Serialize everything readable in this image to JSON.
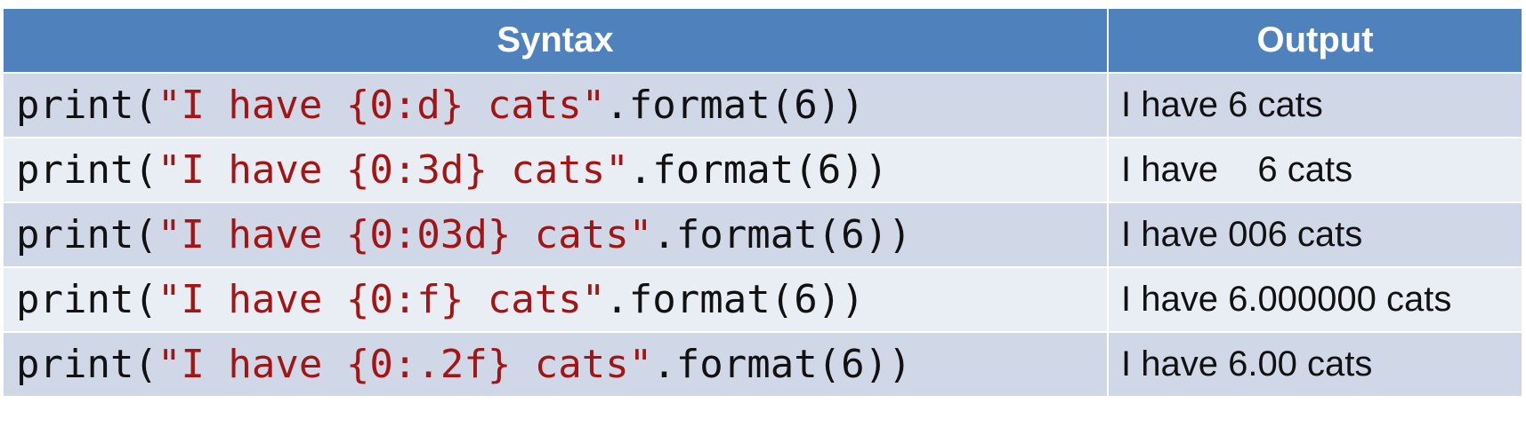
{
  "table": {
    "headers": {
      "syntax": "Syntax",
      "output": "Output"
    },
    "rows": [
      {
        "prefix": "print(",
        "string": "\"I have {0:d} cats\"",
        "suffix": ".format(6))",
        "output": "I have 6 cats"
      },
      {
        "prefix": "print(",
        "string": "\"I have {0:3d} cats\"",
        "suffix": ".format(6))",
        "output": "I have    6 cats"
      },
      {
        "prefix": "print(",
        "string": "\"I have {0:03d} cats\"",
        "suffix": ".format(6))",
        "output": "I have 006 cats"
      },
      {
        "prefix": "print(",
        "string": "\"I have {0:f} cats\"",
        "suffix": ".format(6))",
        "output": "I have 6.000000 cats"
      },
      {
        "prefix": "print(",
        "string": "\"I have {0:.2f} cats\"",
        "suffix": ".format(6))",
        "output": "I have 6.00 cats"
      }
    ]
  },
  "colors": {
    "header_background": "#4f81bd",
    "row_odd_background": "#d0d8e8",
    "row_even_background": "#e9edf4",
    "string_literal": "#a31515"
  }
}
